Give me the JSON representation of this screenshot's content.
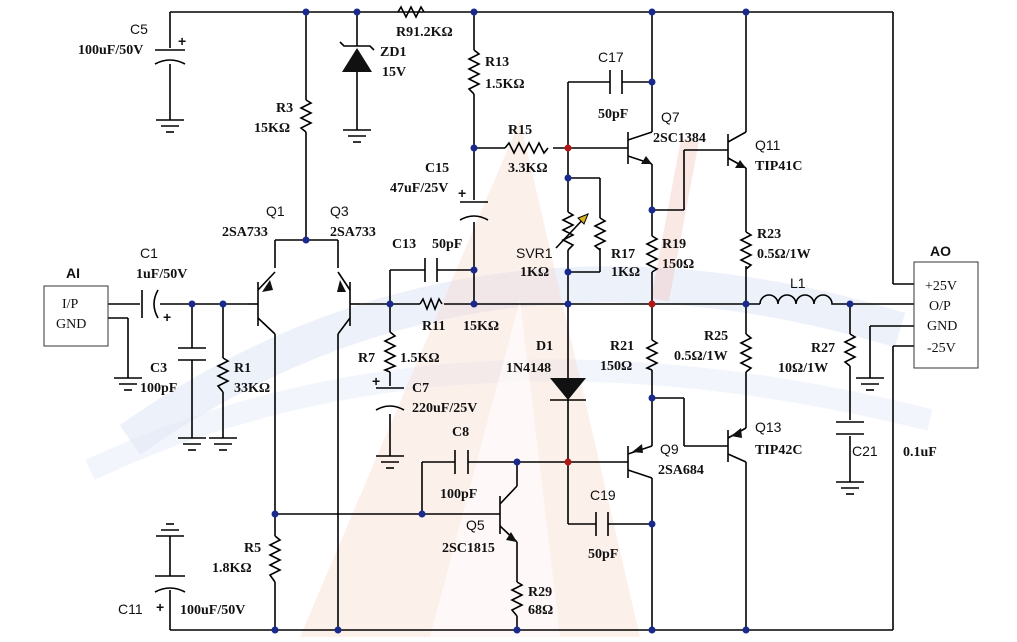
{
  "title": "",
  "colors": {
    "wire": "#000000",
    "junction": "#1a2a8c",
    "junction_alt": "#b01818",
    "watermark_blue": "#9fb7e3",
    "watermark_red": "#e98a6a"
  },
  "blocks": {
    "input": {
      "name": "AI",
      "lines": [
        "I/P",
        "GND"
      ]
    },
    "output": {
      "name": "AO",
      "lines": [
        "+25V",
        "O/P",
        "GND",
        "-25V"
      ]
    }
  },
  "components": {
    "C5": {
      "ref": "C5",
      "value": "100uF/50V",
      "polarity": "+"
    },
    "R9": {
      "ref": "R9",
      "value": "1.2KΩ"
    },
    "ZD1": {
      "ref": "ZD1",
      "value": "15V"
    },
    "R13": {
      "ref": "R13",
      "value": "1.5KΩ"
    },
    "C17": {
      "ref": "C17",
      "value": "50pF"
    },
    "R3": {
      "ref": "R3",
      "value": "15KΩ"
    },
    "Q7": {
      "ref": "Q7",
      "value": "2SC1384"
    },
    "Q11": {
      "ref": "Q11",
      "value": "TIP41C"
    },
    "R15": {
      "ref": "R15",
      "value": "3.3KΩ"
    },
    "C15": {
      "ref": "C15",
      "value": "47uF/25V",
      "polarity": "+"
    },
    "Q1": {
      "ref": "Q1",
      "value": "2SA733"
    },
    "Q3": {
      "ref": "Q3",
      "value": "2SA733"
    },
    "C13": {
      "ref": "C13",
      "value": "50pF"
    },
    "SVR1": {
      "ref": "SVR1",
      "value": "1KΩ"
    },
    "R17": {
      "ref": "R17",
      "value": "1KΩ"
    },
    "R19": {
      "ref": "R19",
      "value": "150Ω"
    },
    "R23": {
      "ref": "R23",
      "value": "0.5Ω/1W"
    },
    "C1": {
      "ref": "C1",
      "value": "1uF/50V",
      "polarity": "+"
    },
    "L1": {
      "ref": "L1",
      "value": ""
    },
    "R11": {
      "ref": "R11",
      "value": "15KΩ"
    },
    "C3": {
      "ref": "C3",
      "value": "100pF"
    },
    "R1": {
      "ref": "R1",
      "value": "33KΩ"
    },
    "R7": {
      "ref": "R7",
      "value": "1.5KΩ"
    },
    "D1": {
      "ref": "D1",
      "value": "1N4148"
    },
    "R21": {
      "ref": "R21",
      "value": "150Ω"
    },
    "R25": {
      "ref": "R25",
      "value": "0.5Ω/1W"
    },
    "R27": {
      "ref": "R27",
      "value": "10Ω/1W"
    },
    "C7": {
      "ref": "C7",
      "value": "220uF/25V",
      "polarity": "+"
    },
    "C8": {
      "ref": "C8",
      "value": "100pF"
    },
    "Q13": {
      "ref": "Q13",
      "value": "TIP42C"
    },
    "Q9": {
      "ref": "Q9",
      "value": "2SA684"
    },
    "C21": {
      "ref": "C21",
      "value": "0.1uF"
    },
    "C19": {
      "ref": "C19",
      "value": "50pF"
    },
    "Q5": {
      "ref": "Q5",
      "value": "2SC1815"
    },
    "R5": {
      "ref": "R5",
      "value": "1.8KΩ"
    },
    "R29": {
      "ref": "R29",
      "value": "68Ω"
    },
    "C11": {
      "ref": "C11",
      "value": "100uF/50V",
      "polarity": "+"
    }
  }
}
